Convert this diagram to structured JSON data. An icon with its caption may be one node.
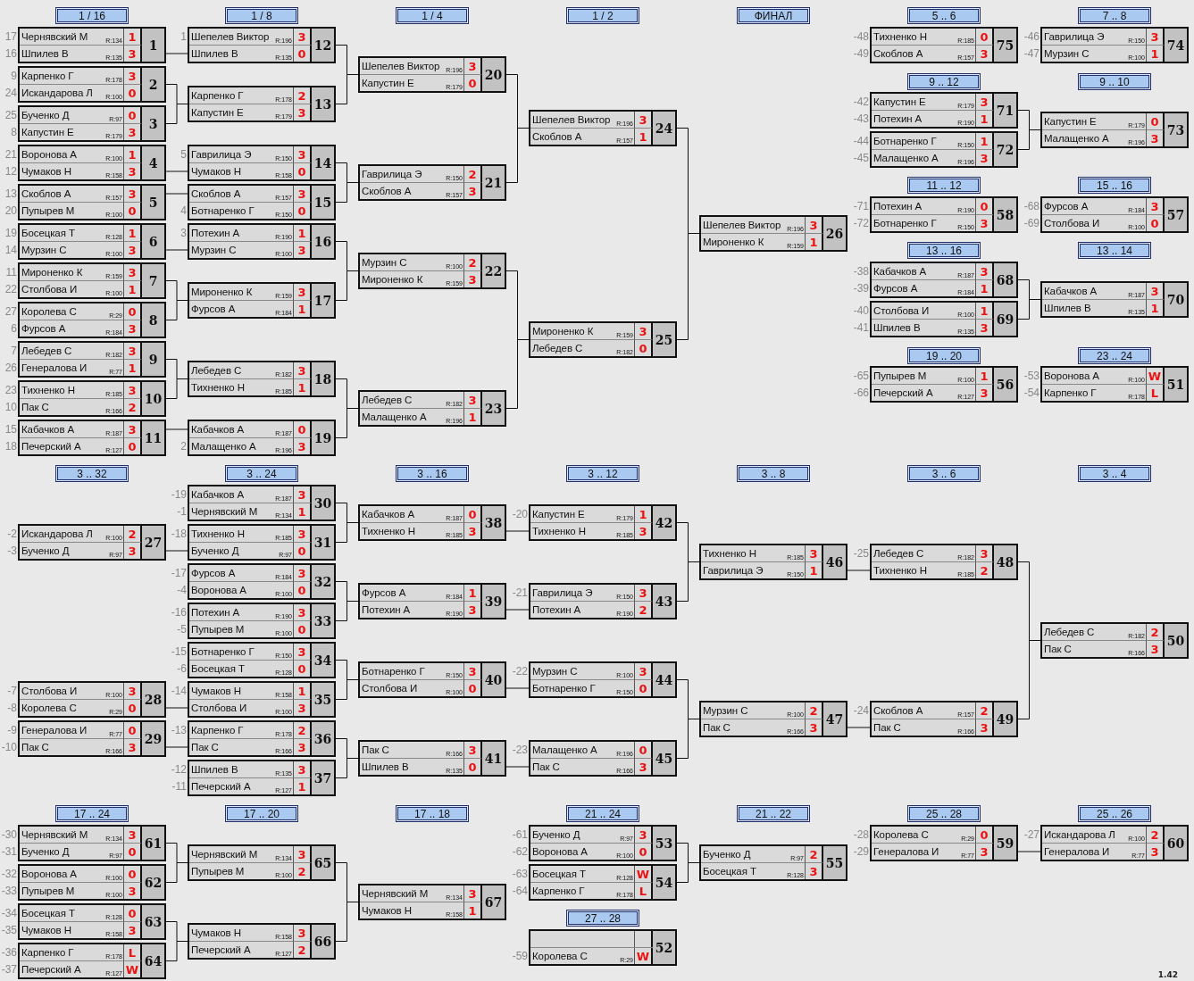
{
  "diagram": {
    "nodes": [
      {
        "text": [
          "Чернявский М",
          "R:134",
          "1",
          "Шпилев В",
          "R:135",
          "3",
          "1"
        ],
        "beside": [
          "17",
          "16"
        ]
      },
      {
        "text": [
          "Карпенко Г",
          "R:178",
          "3",
          "Искандарова Л",
          "R:100",
          "0",
          "2"
        ],
        "beside": [
          "9",
          "24"
        ]
      },
      {
        "text": [
          "Бученко Д",
          "R:97",
          "0",
          "Капустин Е",
          "R:179",
          "3",
          "3"
        ],
        "beside": [
          "25",
          "8"
        ]
      },
      {
        "text": [
          "Воронова А",
          "R:100",
          "1",
          "Чумаков Н",
          "R:158",
          "3",
          "4"
        ],
        "beside": [
          "21",
          "12"
        ]
      },
      {
        "text": [
          "Скоблов А",
          "R:157",
          "3",
          "Пупырев М",
          "R:100",
          "0",
          "5"
        ],
        "beside": [
          "13",
          "20"
        ]
      },
      {
        "text": [
          "Босецкая Т",
          "R:128",
          "1",
          "Мурзин С",
          "R:100",
          "3",
          "6"
        ],
        "beside": [
          "19",
          "14"
        ]
      },
      {
        "text": [
          "Мироненко К",
          "R:159",
          "3",
          "Столбова И",
          "R:100",
          "1",
          "7"
        ],
        "beside": [
          "11",
          "22"
        ]
      },
      {
        "text": [
          "Королева С",
          "R:29",
          "0",
          "Фурсов А",
          "R:184",
          "3",
          "8"
        ],
        "beside": [
          "27",
          "6"
        ]
      },
      {
        "text": [
          "Лебедев С",
          "R:182",
          "3",
          "Генералова И",
          "R:77",
          "1",
          "9"
        ],
        "beside": [
          "7",
          "26"
        ]
      },
      {
        "text": [
          "Тихненко Н",
          "R:185",
          "3",
          "Пак С",
          "R:166",
          "2",
          "10"
        ],
        "beside": [
          "23",
          "10"
        ]
      },
      {
        "text": [
          "Кабачков А",
          "R:187",
          "3",
          "Печерский А",
          "R:127",
          "0",
          "11"
        ],
        "beside": [
          "15",
          "18"
        ]
      },
      {
        "text": [
          "Шепелев Виктор",
          "R:196",
          "3",
          "Шпилев В",
          "R:135",
          "0",
          "12"
        ],
        "beside": [
          "1"
        ]
      },
      {
        "text": [
          "Карпенко Г",
          "R:178",
          "2",
          "Капустин Е",
          "R:179",
          "3",
          "13"
        ]
      },
      {
        "text": [
          "Гаврилица Э",
          "R:150",
          "3",
          "Чумаков Н",
          "R:158",
          "0",
          "14"
        ],
        "beside": [
          "5"
        ]
      },
      {
        "text": [
          "Скоблов А",
          "R:157",
          "3",
          "Ботнаренко Г",
          "R:150",
          "0",
          "15"
        ],
        "beside": [
          "4"
        ]
      },
      {
        "text": [
          "Потехин А",
          "R:190",
          "1",
          "Мурзин С",
          "R:100",
          "3",
          "16"
        ],
        "beside": [
          "3"
        ]
      },
      {
        "text": [
          "Мироненко К",
          "R:159",
          "3",
          "Фурсов А",
          "R:184",
          "1",
          "17"
        ]
      },
      {
        "text": [
          "Лебедев С",
          "R:182",
          "3",
          "Тихненко Н",
          "R:185",
          "1",
          "18"
        ]
      },
      {
        "text": [
          "Кабачков А",
          "R:187",
          "0",
          "Малащенко А",
          "R:196",
          "3",
          "19"
        ],
        "beside": [
          "2"
        ]
      },
      {
        "text": [
          "Шепелев Виктор",
          "R:196",
          "3",
          "Капустин Е",
          "R:179",
          "0",
          "20"
        ]
      },
      {
        "text": [
          "Гаврилица Э",
          "R:150",
          "2",
          "Скоблов А",
          "R:157",
          "3",
          "21"
        ]
      },
      {
        "text": [
          "Мурзин С",
          "R:100",
          "2",
          "Мироненко К",
          "R:159",
          "3",
          "22"
        ]
      },
      {
        "text": [
          "Лебедев С",
          "R:182",
          "3",
          "Малащенко А",
          "R:196",
          "1",
          "23"
        ]
      },
      {
        "text": [
          "Шепелев Виктор",
          "R:196",
          "3",
          "Скоблов А",
          "R:157",
          "1",
          "24"
        ]
      },
      {
        "text": [
          "Мироненко К",
          "R:159",
          "3",
          "Лебедев С",
          "R:182",
          "0",
          "25"
        ]
      },
      {
        "text": [
          "Шепелев Виктор",
          "R:196",
          "3",
          "Мироненко К",
          "R:159",
          "1",
          "26"
        ]
      },
      {
        "text": [
          "Искандарова Л",
          "R:100",
          "2",
          "Бученко Д",
          "R:97",
          "3",
          "27"
        ],
        "beside": [
          "-2",
          "-3"
        ]
      },
      {
        "text": [
          "Столбова И",
          "R:100",
          "3",
          "Королева С",
          "R:29",
          "0",
          "28"
        ],
        "beside": [
          "-7",
          "-8"
        ]
      },
      {
        "text": [
          "Генералова И",
          "R:77",
          "0",
          "Пак С",
          "R:166",
          "3",
          "29"
        ],
        "beside": [
          "-9",
          "-10"
        ]
      },
      {
        "text": [
          "Кабачков А",
          "R:187",
          "3",
          "Чернявский М",
          "R:134",
          "1",
          "30"
        ],
        "beside": [
          "-19",
          "-1"
        ]
      },
      {
        "text": [
          "Тихненко Н",
          "R:185",
          "3",
          "Бученко Д",
          "R:97",
          "0",
          "31"
        ],
        "beside": [
          "-18"
        ]
      },
      {
        "text": [
          "Фурсов А",
          "R:184",
          "3",
          "Воронова А",
          "R:100",
          "0",
          "32"
        ],
        "beside": [
          "-17",
          "-4"
        ]
      },
      {
        "text": [
          "Потехин А",
          "R:190",
          "3",
          "Пупырев М",
          "R:100",
          "0",
          "33"
        ],
        "beside": [
          "-16",
          "-5"
        ]
      },
      {
        "text": [
          "Ботнаренко Г",
          "R:150",
          "3",
          "Босецкая Т",
          "R:128",
          "0",
          "34"
        ],
        "beside": [
          "-15",
          "-6"
        ]
      },
      {
        "text": [
          "Чумаков Н",
          "R:158",
          "1",
          "Столбова И",
          "R:100",
          "3",
          "35"
        ],
        "beside": [
          "-14"
        ]
      },
      {
        "text": [
          "Карпенко Г",
          "R:178",
          "2",
          "Пак С",
          "R:166",
          "3",
          "36"
        ],
        "beside": [
          "-13"
        ]
      },
      {
        "text": [
          "Шпилев В",
          "R:135",
          "3",
          "Печерский А",
          "R:127",
          "1",
          "37"
        ],
        "beside": [
          "-12",
          "-11"
        ]
      },
      {
        "text": [
          "Кабачков А",
          "R:187",
          "0",
          "Тихненко Н",
          "R:185",
          "3",
          "38"
        ]
      },
      {
        "text": [
          "Фурсов А",
          "R:184",
          "1",
          "Потехин А",
          "R:190",
          "3",
          "39"
        ]
      },
      {
        "text": [
          "Ботнаренко Г",
          "R:150",
          "3",
          "Столбова И",
          "R:100",
          "0",
          "40"
        ]
      },
      {
        "text": [
          "Пак С",
          "R:166",
          "3",
          "Шпилев В",
          "R:135",
          "0",
          "41"
        ]
      },
      {
        "text": [
          "Капустин Е",
          "R:179",
          "1",
          "Тихненко Н",
          "R:185",
          "3",
          "42"
        ],
        "beside": [
          "-20"
        ]
      },
      {
        "text": [
          "Гаврилица Э",
          "R:150",
          "3",
          "Потехин А",
          "R:190",
          "2",
          "43"
        ],
        "beside": [
          "-21"
        ]
      },
      {
        "text": [
          "Мурзин С",
          "R:100",
          "3",
          "Ботнаренко Г",
          "R:150",
          "0",
          "44"
        ],
        "beside": [
          "-22"
        ]
      },
      {
        "text": [
          "Малащенко А",
          "R:196",
          "0",
          "Пак С",
          "R:166",
          "3",
          "45"
        ],
        "beside": [
          "-23"
        ]
      },
      {
        "text": [
          "Тихненко Н",
          "R:185",
          "3",
          "Гаврилица Э",
          "R:150",
          "1",
          "46"
        ]
      },
      {
        "text": [
          "Мурзин С",
          "R:100",
          "2",
          "Пак С",
          "R:166",
          "3",
          "47"
        ]
      },
      {
        "text": [
          "Лебедев С",
          "R:182",
          "3",
          "Тихненко Н",
          "R:185",
          "2",
          "48"
        ],
        "beside": [
          "-25"
        ]
      },
      {
        "text": [
          "Скоблов А",
          "R:157",
          "2",
          "Пак С",
          "R:166",
          "3",
          "49"
        ],
        "beside": [
          "-24"
        ]
      },
      {
        "text": [
          "Лебедев С",
          "R:182",
          "2",
          "Пак С",
          "R:166",
          "3",
          "50"
        ]
      },
      {
        "text": [
          "Воронова А",
          "R:100",
          "W",
          "Карпенко Г",
          "R:178",
          "L",
          "51"
        ],
        "beside": [
          "-53",
          "-54"
        ]
      },
      {
        "text": [
          "Королева С",
          "R:29",
          "W",
          "52"
        ],
        "beside": [
          "-59"
        ]
      },
      {
        "text": [
          "Бученко Д",
          "R:97",
          "3",
          "Воронова А",
          "R:100",
          "0",
          "53"
        ],
        "beside": [
          "-61",
          "-62"
        ]
      },
      {
        "text": [
          "Босецкая Т",
          "R:128",
          "W",
          "Карпенко Г",
          "R:178",
          "L",
          "54"
        ],
        "beside": [
          "-63",
          "-64"
        ]
      },
      {
        "text": [
          "Бученко Д",
          "R:97",
          "2",
          "Босецкая Т",
          "R:128",
          "3",
          "55"
        ]
      },
      {
        "text": [
          "Пупырев М",
          "R:100",
          "1",
          "Печерский А",
          "R:127",
          "3",
          "56"
        ],
        "beside": [
          "-65",
          "-66"
        ]
      },
      {
        "text": [
          "Фурсов А",
          "R:184",
          "3",
          "Столбова И",
          "R:100",
          "0",
          "57"
        ],
        "beside": [
          "-68",
          "-69"
        ]
      },
      {
        "text": [
          "Потехин А",
          "R:190",
          "0",
          "Ботнаренко Г",
          "R:150",
          "3",
          "58"
        ],
        "beside": [
          "-71",
          "-72"
        ]
      },
      {
        "text": [
          "Королева С",
          "R:29",
          "0",
          "Генералова И",
          "R:77",
          "3",
          "59"
        ],
        "beside": [
          "-28",
          "-29"
        ]
      },
      {
        "text": [
          "Искандарова Л",
          "R:100",
          "2",
          "Генералова И",
          "R:77",
          "3",
          "60"
        ],
        "beside": [
          "-27"
        ]
      },
      {
        "text": [
          "Чернявский М",
          "R:134",
          "3",
          "Бученко Д",
          "R:97",
          "0",
          "61"
        ],
        "beside": [
          "-30",
          "-31"
        ]
      },
      {
        "text": [
          "Воронова А",
          "R:100",
          "0",
          "Пупырев М",
          "R:100",
          "3",
          "62"
        ],
        "beside": [
          "-32",
          "-33"
        ]
      },
      {
        "text": [
          "Босецкая Т",
          "R:128",
          "0",
          "Чумаков Н",
          "R:158",
          "3",
          "63"
        ],
        "beside": [
          "-34",
          "-35"
        ]
      },
      {
        "text": [
          "Карпенко Г",
          "R:178",
          "L",
          "Печерский А",
          "R:127",
          "W",
          "64"
        ],
        "beside": [
          "-36",
          "-37"
        ]
      },
      {
        "text": [
          "Чернявский М",
          "R:134",
          "3",
          "Пупырев М",
          "R:100",
          "2",
          "65"
        ]
      },
      {
        "text": [
          "Чумаков Н",
          "R:158",
          "3",
          "Печерский А",
          "R:127",
          "2",
          "66"
        ]
      },
      {
        "text": [
          "Чернявский М",
          "R:134",
          "3",
          "Чумаков Н",
          "R:158",
          "1",
          "67"
        ]
      },
      {
        "text": [
          "Кабачков А",
          "R:187",
          "3",
          "Фурсов А",
          "R:184",
          "1",
          "68"
        ],
        "beside": [
          "-38",
          "-39"
        ]
      },
      {
        "text": [
          "Столбова И",
          "R:100",
          "1",
          "Шпилев В",
          "R:135",
          "3",
          "69"
        ],
        "beside": [
          "-40",
          "-41"
        ]
      },
      {
        "text": [
          "Кабачков А",
          "R:187",
          "3",
          "Шпилев В",
          "R:135",
          "1",
          "70"
        ]
      },
      {
        "text": [
          "Капустин Е",
          "R:179",
          "3",
          "Потехин А",
          "R:190",
          "1",
          "71"
        ],
        "beside": [
          "-42",
          "-43"
        ]
      },
      {
        "text": [
          "Ботнаренко Г",
          "R:150",
          "1",
          "Малащенко А",
          "R:196",
          "3",
          "72"
        ],
        "beside": [
          "-44",
          "-45"
        ]
      },
      {
        "text": [
          "Капустин Е",
          "R:179",
          "0",
          "Малащенко А",
          "R:196",
          "3",
          "73"
        ]
      },
      {
        "text": [
          "Гаврилица Э",
          "R:150",
          "3",
          "Мурзин С",
          "R:100",
          "1",
          "74"
        ],
        "beside": [
          "-46",
          "-47"
        ]
      },
      {
        "text": [
          "Тихненко Н",
          "R:185",
          "0",
          "Скоблов А",
          "R:157",
          "3",
          "75"
        ],
        "beside": [
          "-48",
          "-49"
        ]
      },
      {
        "text": [
          "1 / 16"
        ]
      },
      {
        "text": [
          "1 / 8"
        ]
      },
      {
        "text": [
          "1 / 4"
        ]
      },
      {
        "text": [
          "1 / 2"
        ]
      },
      {
        "text": [
          "ФИНАЛ"
        ]
      },
      {
        "text": [
          "5 .. 6"
        ]
      },
      {
        "text": [
          "7 .. 8"
        ]
      },
      {
        "text": [
          "9 .. 12"
        ]
      },
      {
        "text": [
          "9 .. 10"
        ]
      },
      {
        "text": [
          "11 .. 12"
        ]
      },
      {
        "text": [
          "15 .. 16"
        ]
      },
      {
        "text": [
          "13 .. 16"
        ]
      },
      {
        "text": [
          "13 .. 14"
        ]
      },
      {
        "text": [
          "19 .. 20"
        ]
      },
      {
        "text": [
          "23 .. 24"
        ]
      },
      {
        "text": [
          "3 .. 32"
        ]
      },
      {
        "text": [
          "3 .. 24"
        ]
      },
      {
        "text": [
          "3 .. 16"
        ]
      },
      {
        "text": [
          "3 .. 12"
        ]
      },
      {
        "text": [
          "3 .. 8"
        ]
      },
      {
        "text": [
          "3 .. 6"
        ]
      },
      {
        "text": [
          "3 .. 4"
        ]
      },
      {
        "text": [
          "17 .. 24"
        ]
      },
      {
        "text": [
          "17 .. 20"
        ]
      },
      {
        "text": [
          "17 .. 18"
        ]
      },
      {
        "text": [
          "21 .. 24"
        ]
      },
      {
        "text": [
          "21 .. 22"
        ]
      },
      {
        "text": [
          "25 .. 28"
        ]
      },
      {
        "text": [
          "25 .. 26"
        ]
      },
      {
        "text": [
          "27 .. 28"
        ]
      }
    ],
    "edges": [
      {
        "from": 0,
        "to": 11,
        "arrow": "none"
      },
      {
        "from": 1,
        "to": 12,
        "arrow": "none"
      },
      {
        "from": 2,
        "to": 12,
        "arrow": "none"
      },
      {
        "from": 3,
        "to": 13,
        "arrow": "none"
      },
      {
        "from": 4,
        "to": 14,
        "arrow": "none"
      },
      {
        "from": 5,
        "to": 15,
        "arrow": "none"
      },
      {
        "from": 6,
        "to": 16,
        "arrow": "none"
      },
      {
        "from": 7,
        "to": 16,
        "arrow": "none"
      },
      {
        "from": 8,
        "to": 17,
        "arrow": "none"
      },
      {
        "from": 9,
        "to": 17,
        "arrow": "none"
      },
      {
        "from": 10,
        "to": 18,
        "arrow": "none"
      },
      {
        "from": 11,
        "to": 19,
        "arrow": "none"
      },
      {
        "from": 12,
        "to": 19,
        "arrow": "none"
      },
      {
        "from": 13,
        "to": 20,
        "arrow": "none"
      },
      {
        "from": 14,
        "to": 20,
        "arrow": "none"
      },
      {
        "from": 15,
        "to": 21,
        "arrow": "none"
      },
      {
        "from": 16,
        "to": 21,
        "arrow": "none"
      },
      {
        "from": 17,
        "to": 22,
        "arrow": "none"
      },
      {
        "from": 18,
        "to": 22,
        "arrow": "none"
      },
      {
        "from": 19,
        "to": 23,
        "arrow": "none"
      },
      {
        "from": 20,
        "to": 23,
        "arrow": "none"
      },
      {
        "from": 21,
        "to": 24,
        "arrow": "none"
      },
      {
        "from": 22,
        "to": 24,
        "arrow": "none"
      },
      {
        "from": 23,
        "to": 25,
        "arrow": "none"
      },
      {
        "from": 24,
        "to": 25,
        "arrow": "none"
      },
      {
        "from": 26,
        "to": 30,
        "arrow": "none"
      },
      {
        "from": 27,
        "to": 34,
        "arrow": "none"
      },
      {
        "from": 28,
        "to": 35,
        "arrow": "none"
      },
      {
        "from": 29,
        "to": 37,
        "arrow": "none"
      },
      {
        "from": 30,
        "to": 37,
        "arrow": "none"
      },
      {
        "from": 31,
        "to": 38,
        "arrow": "none"
      },
      {
        "from": 32,
        "to": 38,
        "arrow": "none"
      },
      {
        "from": 33,
        "to": 39,
        "arrow": "none"
      },
      {
        "from": 34,
        "to": 39,
        "arrow": "none"
      },
      {
        "from": 35,
        "to": 40,
        "arrow": "none"
      },
      {
        "from": 36,
        "to": 40,
        "arrow": "none"
      },
      {
        "from": 37,
        "to": 41,
        "arrow": "none"
      },
      {
        "from": 38,
        "to": 42,
        "arrow": "none"
      },
      {
        "from": 39,
        "to": 43,
        "arrow": "none"
      },
      {
        "from": 40,
        "to": 44,
        "arrow": "none"
      },
      {
        "from": 41,
        "to": 45,
        "arrow": "none"
      },
      {
        "from": 42,
        "to": 45,
        "arrow": "none"
      },
      {
        "from": 43,
        "to": 46,
        "arrow": "none"
      },
      {
        "from": 44,
        "to": 46,
        "arrow": "none"
      },
      {
        "from": 45,
        "to": 47,
        "arrow": "none"
      },
      {
        "from": 46,
        "to": 48,
        "arrow": "none"
      },
      {
        "from": 47,
        "to": 49,
        "arrow": "none"
      },
      {
        "from": 48,
        "to": 49,
        "arrow": "none"
      },
      {
        "from": 60,
        "to": 64,
        "arrow": "none"
      },
      {
        "from": 61,
        "to": 64,
        "arrow": "none"
      },
      {
        "from": 62,
        "to": 65,
        "arrow": "none"
      },
      {
        "from": 63,
        "to": 65,
        "arrow": "none"
      },
      {
        "from": 64,
        "to": 66,
        "arrow": "none"
      },
      {
        "from": 65,
        "to": 66,
        "arrow": "none"
      },
      {
        "from": 52,
        "to": 54,
        "arrow": "none"
      },
      {
        "from": 53,
        "to": 54,
        "arrow": "none"
      },
      {
        "from": 58,
        "to": 59,
        "arrow": "none"
      },
      {
        "from": 70,
        "to": 72,
        "arrow": "none"
      },
      {
        "from": 71,
        "to": 72,
        "arrow": "none"
      },
      {
        "from": 67,
        "to": 69,
        "arrow": "none"
      },
      {
        "from": 68,
        "to": 69,
        "arrow": "none"
      }
    ],
    "labels": [
      "1.42"
    ]
  }
}
